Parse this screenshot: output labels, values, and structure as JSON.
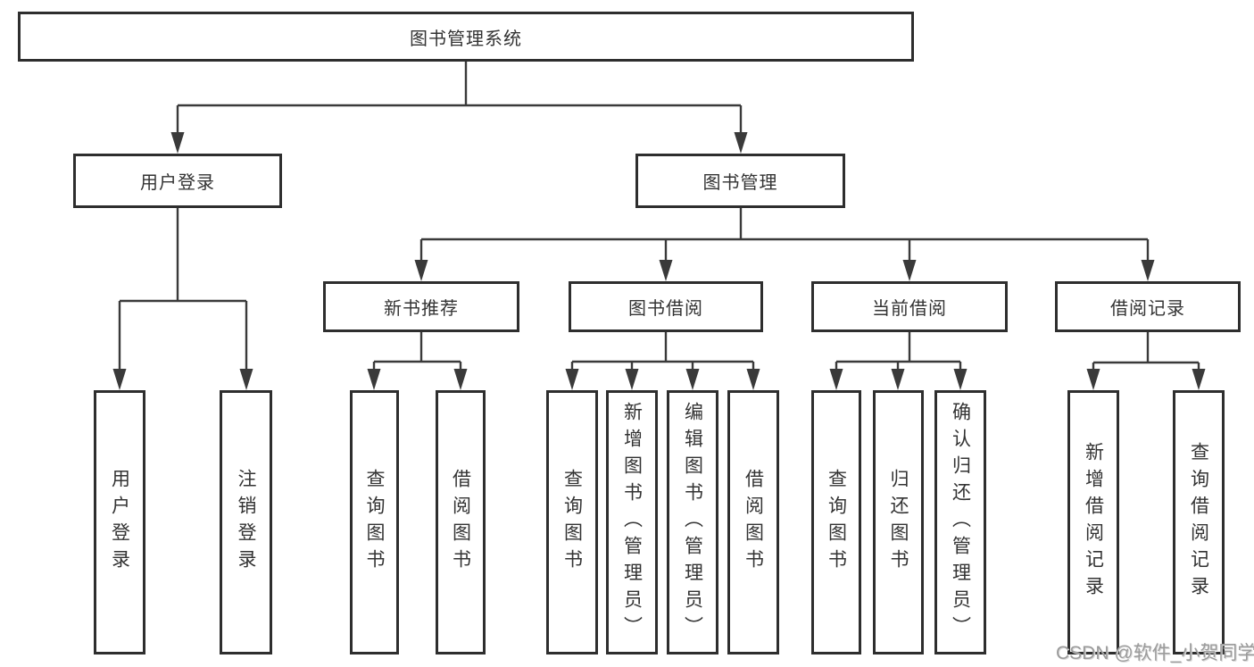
{
  "page": {
    "background_color": "#ffffff",
    "line_color": "#3a3a3a",
    "box_border_color": "#2e2e2e",
    "text_color": "#333333",
    "watermark_color": "#9b9b9b"
  },
  "diagram": {
    "root": {
      "label": "图书管理系统"
    },
    "level2": [
      {
        "label": "用户登录",
        "parent": "图书管理系统"
      },
      {
        "label": "图书管理",
        "parent": "图书管理系统"
      }
    ],
    "level3": [
      {
        "label": "新书推荐",
        "parent": "图书管理"
      },
      {
        "label": "图书借阅",
        "parent": "图书管理"
      },
      {
        "label": "当前借阅",
        "parent": "图书管理"
      },
      {
        "label": "借阅记录",
        "parent": "图书管理"
      }
    ],
    "level4": [
      {
        "label": "用户登录",
        "parent": "用户登录"
      },
      {
        "label": "注销登录",
        "parent": "用户登录"
      },
      {
        "label": "查询图书",
        "parent": "新书推荐"
      },
      {
        "label": "借阅图书",
        "parent": "新书推荐"
      },
      {
        "label": "查询图书",
        "parent": "图书借阅"
      },
      {
        "label": "新增图书（管理员）",
        "parent": "图书借阅"
      },
      {
        "label": "编辑图书（管理员）",
        "parent": "图书借阅"
      },
      {
        "label": "借阅图书",
        "parent": "图书借阅"
      },
      {
        "label": "查询图书",
        "parent": "当前借阅"
      },
      {
        "label": "归还图书",
        "parent": "当前借阅"
      },
      {
        "label": "确认归还（管理员）",
        "parent": "当前借阅"
      },
      {
        "label": "新增借阅记录",
        "parent": "借阅记录"
      },
      {
        "label": "查询借阅记录",
        "parent": "借阅记录"
      }
    ]
  },
  "watermark": {
    "text": "CSDN @软件_小贺同学"
  }
}
